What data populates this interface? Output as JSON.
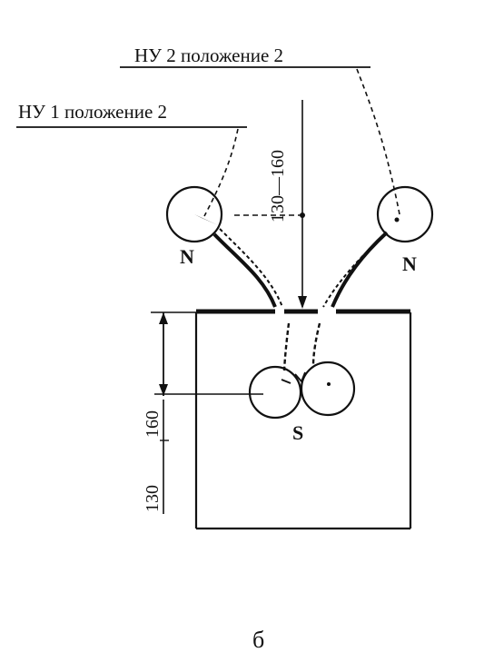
{
  "labels": {
    "nu2": "НУ 2 положение 2",
    "nu1": "НУ 1 положение 2",
    "dim_top": "130—160",
    "dim_left_a": "160",
    "dim_left_b": "130",
    "pole_n_left": "N",
    "pole_n_right": "N",
    "pole_s": "S",
    "caption": "б"
  }
}
